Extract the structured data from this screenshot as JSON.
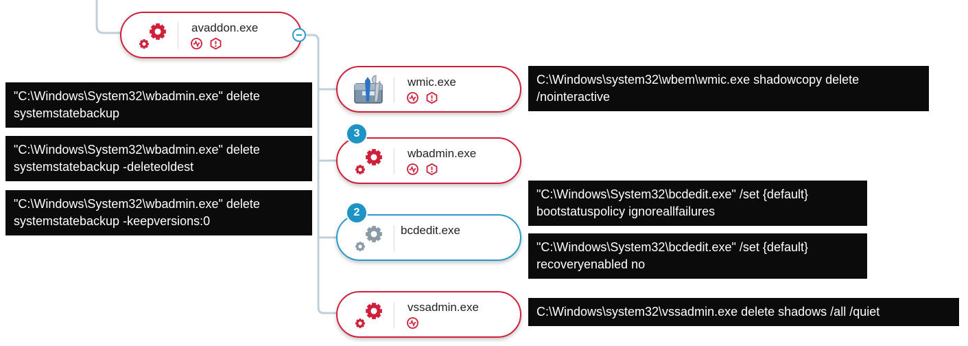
{
  "root": {
    "name": "avaddon.exe",
    "icons": [
      "process-icon",
      "activity-badge-icon",
      "threat-badge-icon"
    ]
  },
  "children": [
    {
      "name": "wmic.exe",
      "count": "",
      "state": "malicious",
      "icons": [
        "wmic-tool-icon",
        "activity-badge-icon",
        "threat-badge-icon"
      ]
    },
    {
      "name": "wbadmin.exe",
      "count": "3",
      "state": "malicious",
      "icons": [
        "process-icon",
        "activity-badge-icon",
        "threat-badge-icon"
      ]
    },
    {
      "name": "bcdedit.exe",
      "count": "2",
      "state": "neutral",
      "icons": [
        "process-icon"
      ]
    },
    {
      "name": "vssadmin.exe",
      "count": "",
      "state": "malicious",
      "icons": [
        "process-icon",
        "activity-badge-icon"
      ]
    }
  ],
  "commands": {
    "wmic": [
      "C:\\Windows\\system32\\wbem\\wmic.exe shadowcopy delete /nointeractive"
    ],
    "wbadmin": [
      "\"C:\\Windows\\System32\\wbadmin.exe\" delete systemstatebackup",
      "\"C:\\Windows\\System32\\wbadmin.exe\" delete systemstatebackup -deleteoldest",
      "\"C:\\Windows\\System32\\wbadmin.exe\" delete systemstatebackup -keepversions:0"
    ],
    "bcdedit": [
      "\"C:\\Windows\\System32\\bcdedit.exe\" /set {default} bootstatuspolicy ignoreallfailures",
      "\"C:\\Windows\\System32\\bcdedit.exe\" /set {default} recoveryenabled no"
    ],
    "vssadmin": [
      "C:\\Windows\\system32\\vssadmin.exe delete shadows /all /quiet"
    ]
  },
  "colors": {
    "malicious": "#cf1f3a",
    "neutral": "#2a9bc9",
    "gear_neutral": "#8a9aa6",
    "connector": "#bfd0d8",
    "callout_bg": "#0b0b0b"
  }
}
